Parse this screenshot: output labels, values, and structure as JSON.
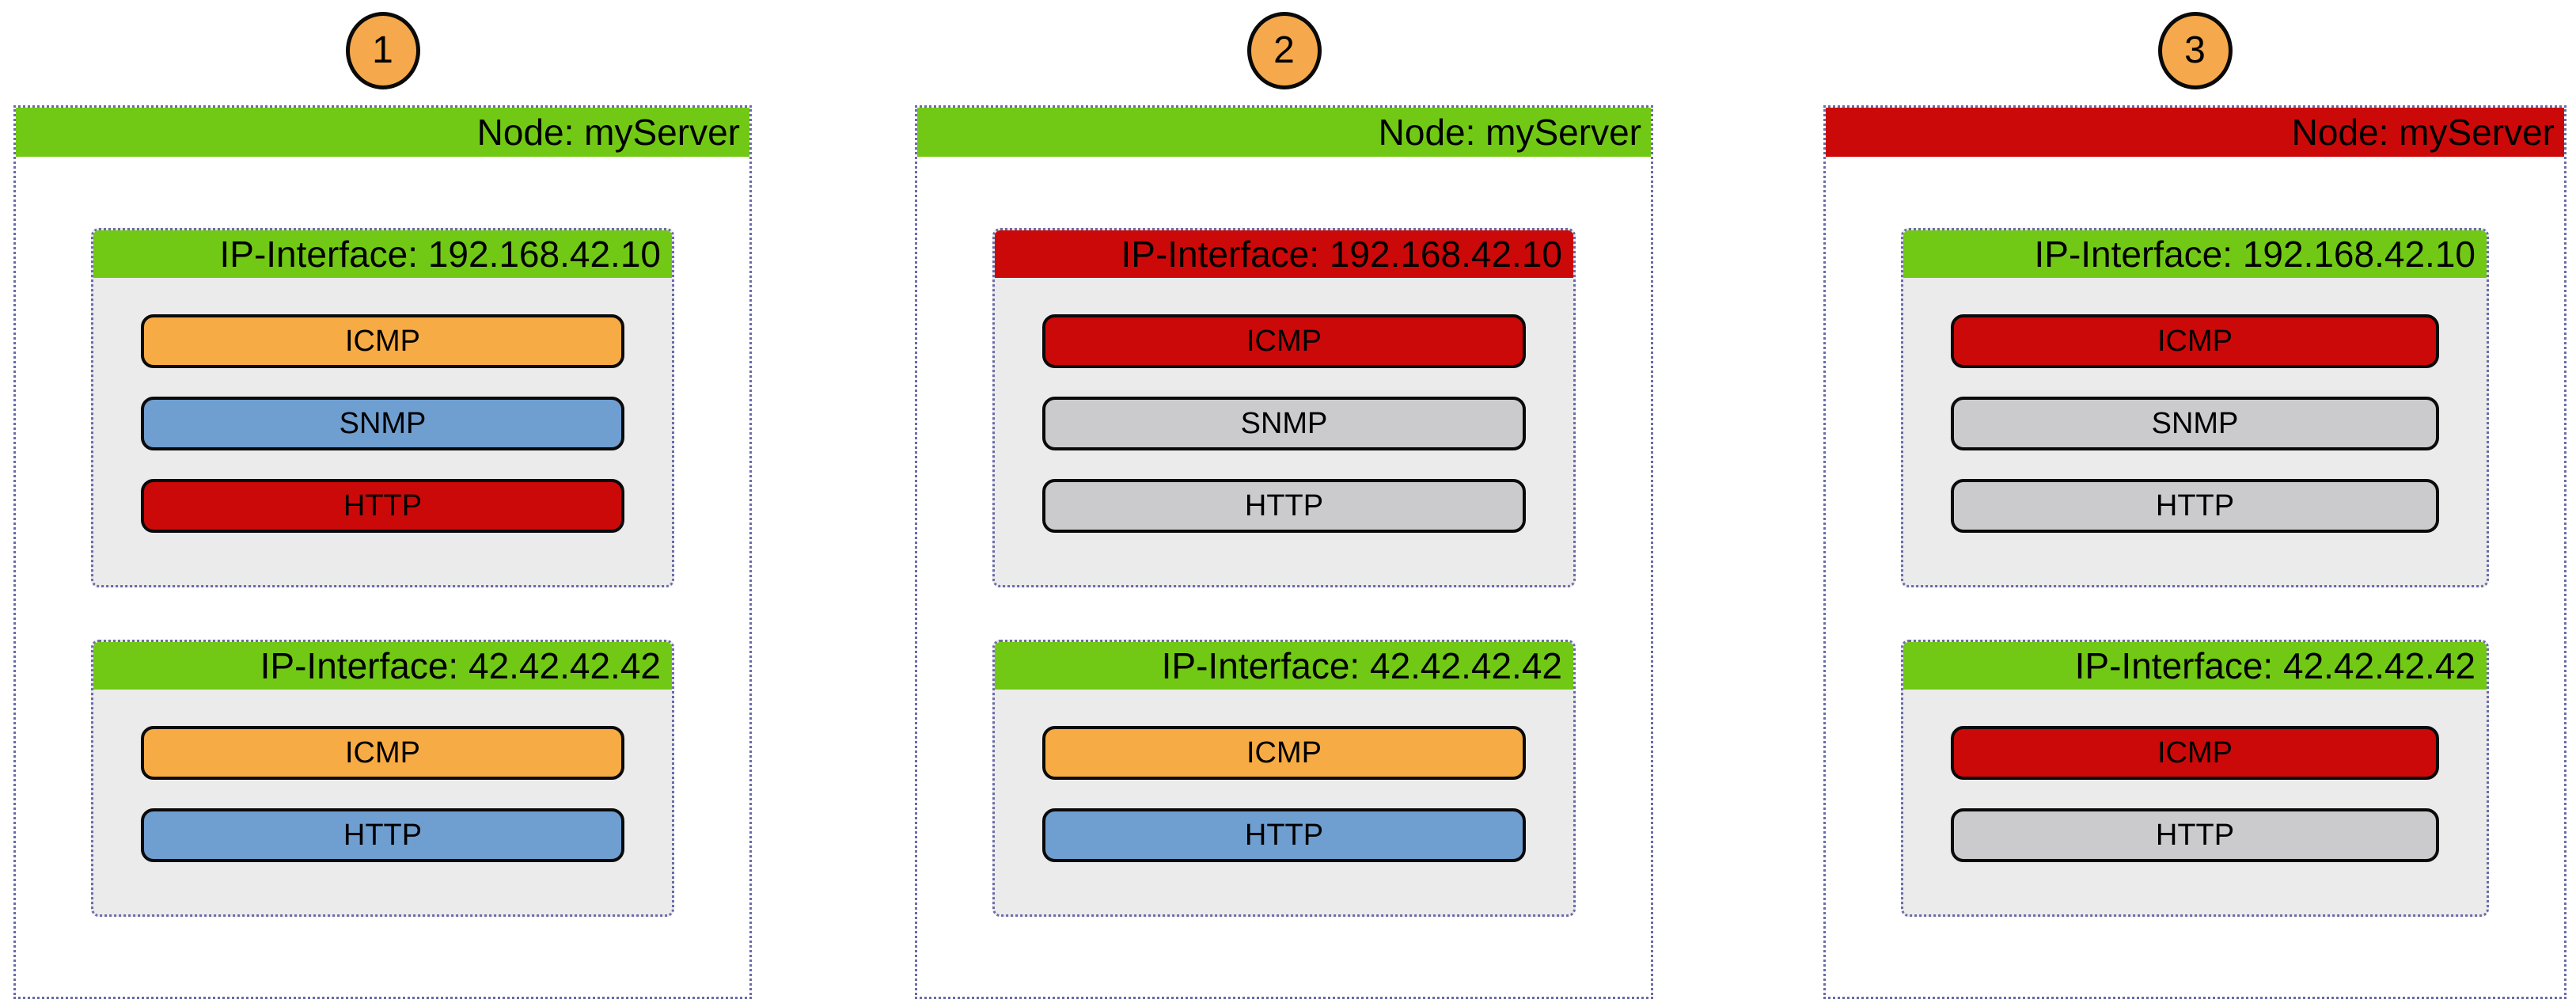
{
  "palette": {
    "green": "#71C915",
    "red": "#CC0909",
    "orange": "#F7AB44",
    "blue": "#6F9ED1",
    "gray": "#CBCBCD",
    "badge_orange": "#F5A94C",
    "iface_bg": "#EBEBEB",
    "dotted_border": "#6A6AA8"
  },
  "scenarios": [
    {
      "badge": "1",
      "node": {
        "title": "Node: myServer",
        "header_color": "green",
        "interfaces": [
          {
            "title": "IP-Interface: 192.168.42.10",
            "header_color": "green",
            "services": [
              {
                "label": "ICMP",
                "color": "orange"
              },
              {
                "label": "SNMP",
                "color": "blue"
              },
              {
                "label": "HTTP",
                "color": "red"
              }
            ]
          },
          {
            "title": "IP-Interface: 42.42.42.42",
            "header_color": "green",
            "services": [
              {
                "label": "ICMP",
                "color": "orange"
              },
              {
                "label": "HTTP",
                "color": "blue"
              }
            ]
          }
        ]
      }
    },
    {
      "badge": "2",
      "node": {
        "title": "Node: myServer",
        "header_color": "green",
        "interfaces": [
          {
            "title": "IP-Interface: 192.168.42.10",
            "header_color": "red",
            "services": [
              {
                "label": "ICMP",
                "color": "red"
              },
              {
                "label": "SNMP",
                "color": "gray"
              },
              {
                "label": "HTTP",
                "color": "gray"
              }
            ]
          },
          {
            "title": "IP-Interface: 42.42.42.42",
            "header_color": "green",
            "services": [
              {
                "label": "ICMP",
                "color": "orange"
              },
              {
                "label": "HTTP",
                "color": "blue"
              }
            ]
          }
        ]
      }
    },
    {
      "badge": "3",
      "node": {
        "title": "Node: myServer",
        "header_color": "red",
        "interfaces": [
          {
            "title": "IP-Interface: 192.168.42.10",
            "header_color": "green",
            "services": [
              {
                "label": "ICMP",
                "color": "red"
              },
              {
                "label": "SNMP",
                "color": "gray"
              },
              {
                "label": "HTTP",
                "color": "gray"
              }
            ]
          },
          {
            "title": "IP-Interface: 42.42.42.42",
            "header_color": "green",
            "services": [
              {
                "label": "ICMP",
                "color": "red"
              },
              {
                "label": "HTTP",
                "color": "gray"
              }
            ]
          }
        ]
      }
    }
  ]
}
